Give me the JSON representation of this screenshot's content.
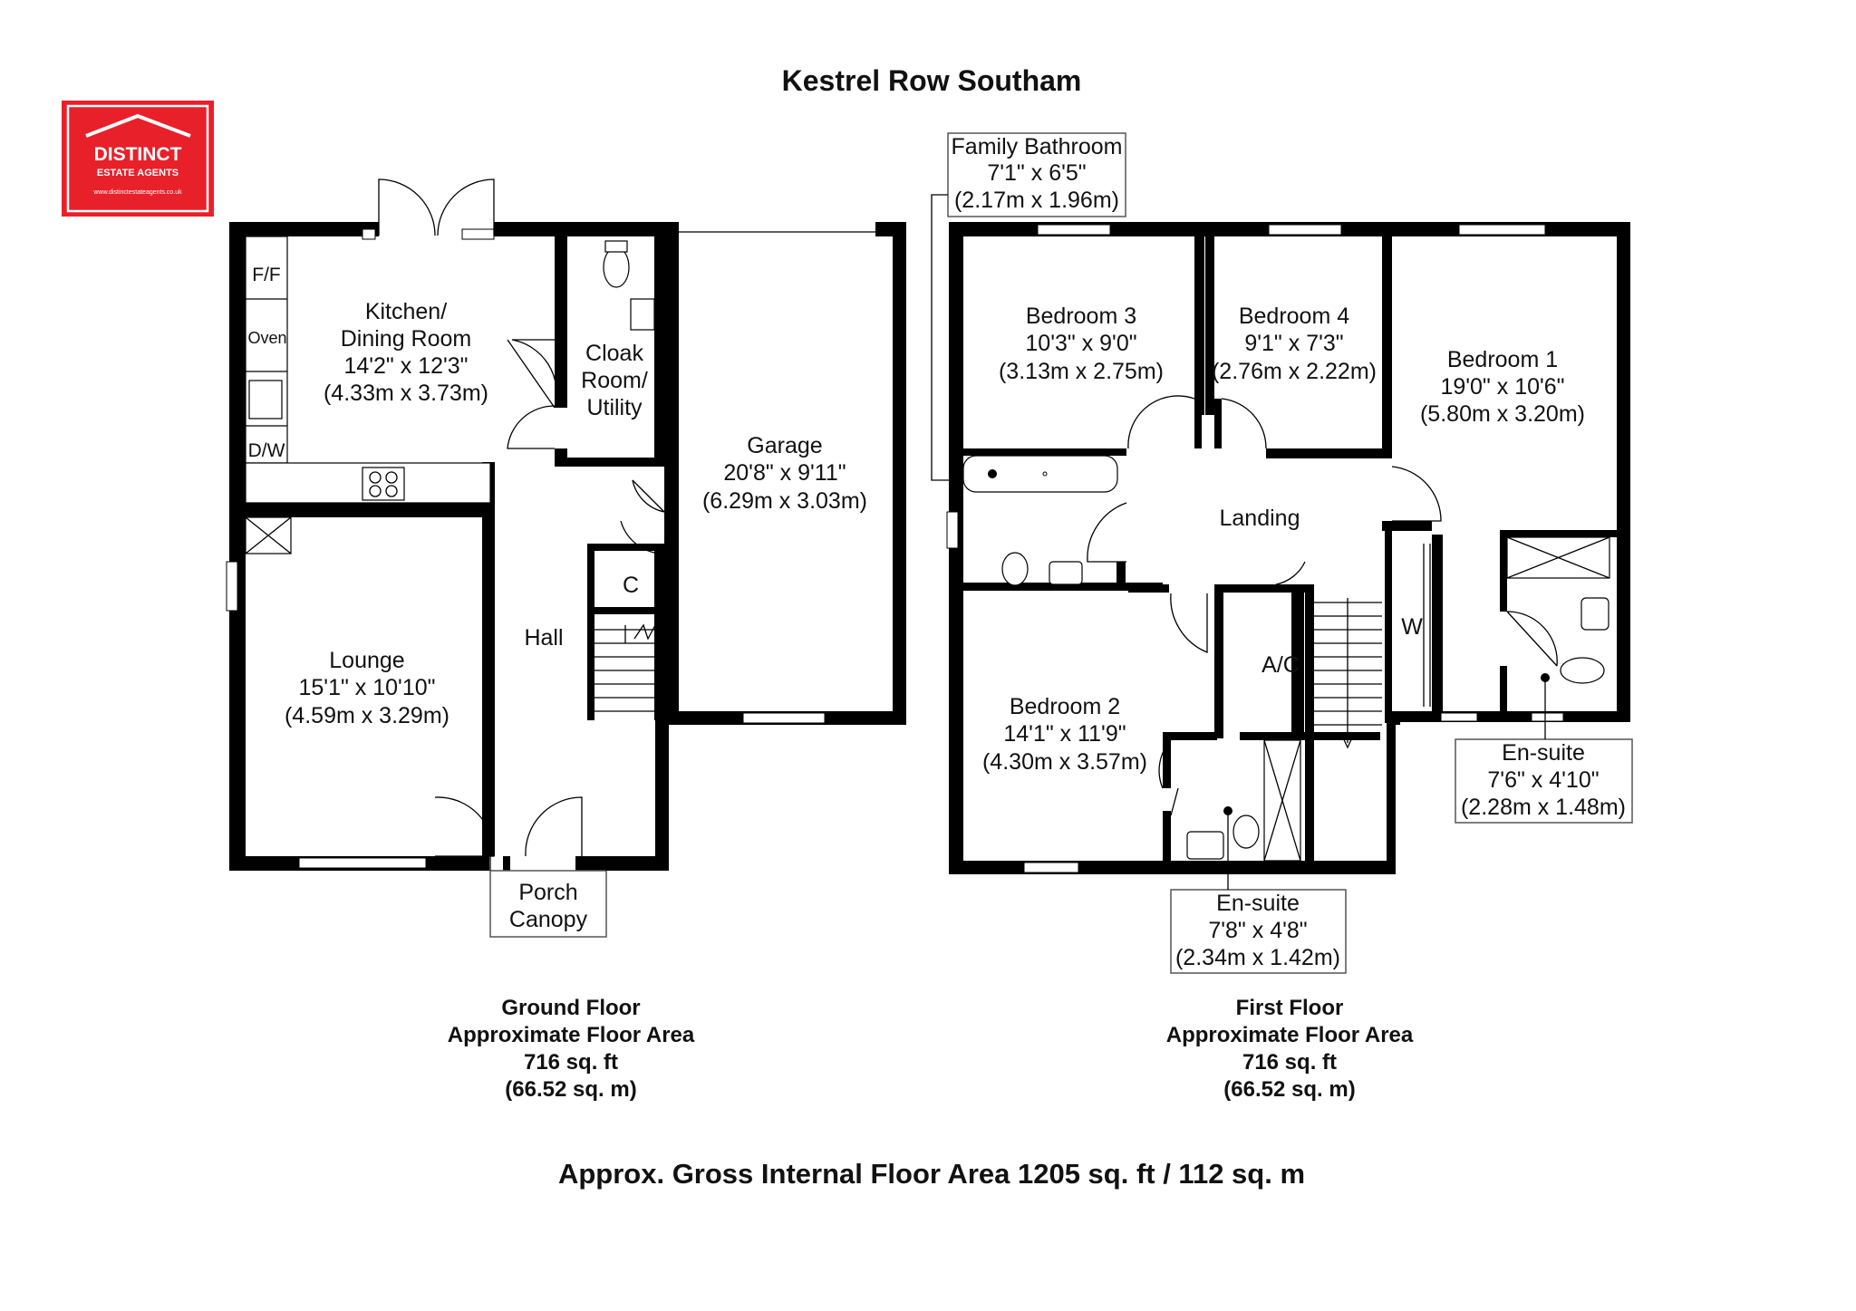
{
  "title": "Kestrel Row Southam",
  "logo": {
    "brand": "DISTINCT",
    "tagline": "ESTATE AGENTS",
    "url": "www.distinctestateagents.co.uk",
    "color": "#e8202a"
  },
  "ground_floor": {
    "rooms": {
      "kitchen": {
        "name_1": "Kitchen/",
        "name_2": "Dining Room",
        "imperial": "14'2\" x 12'3\"",
        "metric": "(4.33m x 3.73m)"
      },
      "cloak": {
        "name_1": "Cloak",
        "name_2": "Room/",
        "name_3": "Utility"
      },
      "garage": {
        "name": "Garage",
        "imperial": "20'8\" x 9'11\"",
        "metric": "(6.29m x 3.03m)"
      },
      "lounge": {
        "name": "Lounge",
        "imperial": "15'1\" x 10'10\"",
        "metric": "(4.59m x 3.29m)"
      },
      "hall": {
        "name": "Hall"
      },
      "cupboard": {
        "name": "C"
      },
      "porch": {
        "name_1": "Porch",
        "name_2": "Canopy"
      }
    },
    "appliances": {
      "ff": "F/F",
      "oven": "Oven",
      "dw": "D/W"
    },
    "area": {
      "heading": "Ground Floor",
      "subheading": "Approximate Floor Area",
      "sqft": "716 sq. ft",
      "sqm": "(66.52 sq. m)"
    }
  },
  "first_floor": {
    "rooms": {
      "family_bathroom": {
        "name": "Family Bathroom",
        "imperial": "7'1\" x 6'5\"",
        "metric": "(2.17m x 1.96m)"
      },
      "bedroom3": {
        "name": "Bedroom 3",
        "imperial": "10'3\" x 9'0\"",
        "metric": "(3.13m x 2.75m)"
      },
      "bedroom4": {
        "name": "Bedroom 4",
        "imperial": "9'1\" x 7'3\"",
        "metric": "(2.76m x 2.22m)"
      },
      "bedroom1": {
        "name": "Bedroom 1",
        "imperial": "19'0\" x 10'6\"",
        "metric": "(5.80m x 3.20m)"
      },
      "landing": {
        "name": "Landing"
      },
      "wardrobe": {
        "name": "W"
      },
      "airing": {
        "name": "A/C"
      },
      "bedroom2": {
        "name": "Bedroom 2",
        "imperial": "14'1\" x 11'9\"",
        "metric": "(4.30m x 3.57m)"
      },
      "ensuite1": {
        "name": "En-suite",
        "imperial": "7'6\" x 4'10\"",
        "metric": "(2.28m x 1.48m)"
      },
      "ensuite2": {
        "name": "En-suite",
        "imperial": "7'8\" x 4'8\"",
        "metric": "(2.34m x 1.42m)"
      }
    },
    "area": {
      "heading": "First Floor",
      "subheading": "Approximate Floor Area",
      "sqft": "716 sq. ft",
      "sqm": "(66.52 sq. m)"
    }
  },
  "gross_area": "Approx. Gross Internal Floor Area 1205 sq. ft / 112 sq. m"
}
